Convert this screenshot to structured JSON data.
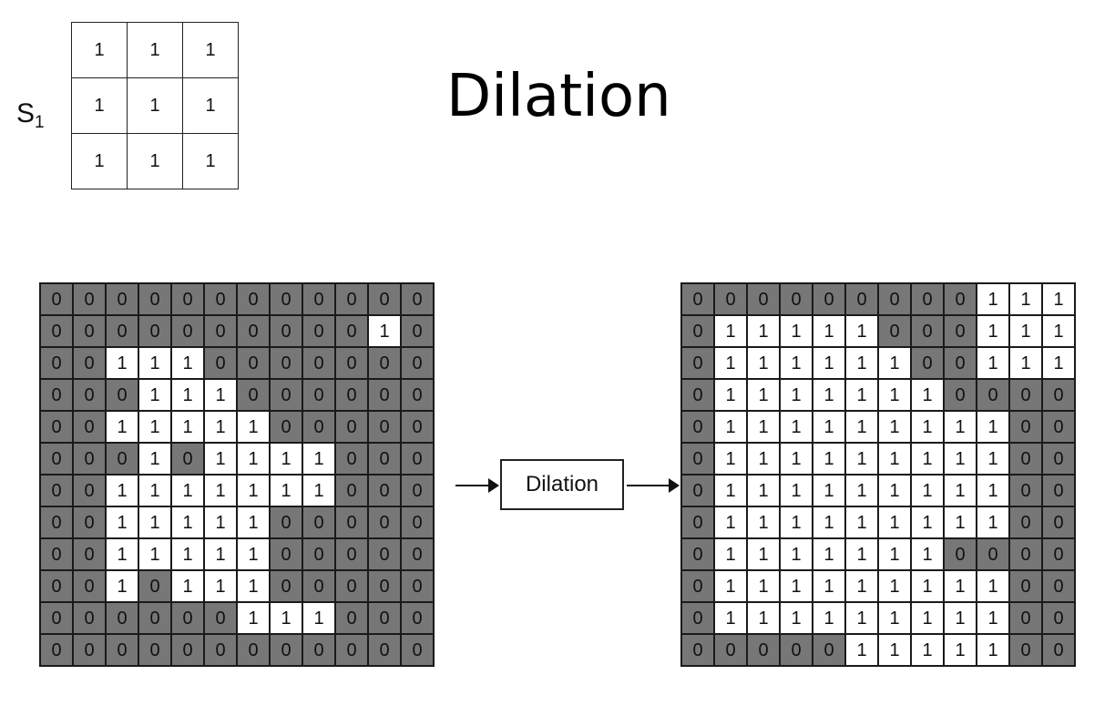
{
  "title": "Dilation",
  "structuring_element": {
    "label": "S",
    "subscript": "1",
    "cells": [
      [
        "1",
        "1",
        "1"
      ],
      [
        "1",
        "1",
        "1"
      ],
      [
        "1",
        "1",
        "1"
      ]
    ]
  },
  "operation_label": "Dilation",
  "input_grid": [
    [
      0,
      0,
      0,
      0,
      0,
      0,
      0,
      0,
      0,
      0,
      0,
      0
    ],
    [
      0,
      0,
      0,
      0,
      0,
      0,
      0,
      0,
      0,
      0,
      1,
      0
    ],
    [
      0,
      0,
      1,
      1,
      1,
      0,
      0,
      0,
      0,
      0,
      0,
      0
    ],
    [
      0,
      0,
      0,
      1,
      1,
      1,
      0,
      0,
      0,
      0,
      0,
      0
    ],
    [
      0,
      0,
      1,
      1,
      1,
      1,
      1,
      0,
      0,
      0,
      0,
      0
    ],
    [
      0,
      0,
      0,
      1,
      0,
      1,
      1,
      1,
      1,
      0,
      0,
      0
    ],
    [
      0,
      0,
      1,
      1,
      1,
      1,
      1,
      1,
      1,
      0,
      0,
      0
    ],
    [
      0,
      0,
      1,
      1,
      1,
      1,
      1,
      0,
      0,
      0,
      0,
      0
    ],
    [
      0,
      0,
      1,
      1,
      1,
      1,
      1,
      0,
      0,
      0,
      0,
      0
    ],
    [
      0,
      0,
      1,
      0,
      1,
      1,
      1,
      0,
      0,
      0,
      0,
      0
    ],
    [
      0,
      0,
      0,
      0,
      0,
      0,
      1,
      1,
      1,
      0,
      0,
      0
    ],
    [
      0,
      0,
      0,
      0,
      0,
      0,
      0,
      0,
      0,
      0,
      0,
      0
    ]
  ],
  "output_grid": [
    [
      0,
      0,
      0,
      0,
      0,
      0,
      0,
      0,
      0,
      1,
      1,
      1
    ],
    [
      0,
      1,
      1,
      1,
      1,
      1,
      0,
      0,
      0,
      1,
      1,
      1
    ],
    [
      0,
      1,
      1,
      1,
      1,
      1,
      1,
      0,
      0,
      1,
      1,
      1
    ],
    [
      0,
      1,
      1,
      1,
      1,
      1,
      1,
      1,
      0,
      0,
      0,
      0
    ],
    [
      0,
      1,
      1,
      1,
      1,
      1,
      1,
      1,
      1,
      1,
      0,
      0
    ],
    [
      0,
      1,
      1,
      1,
      1,
      1,
      1,
      1,
      1,
      1,
      0,
      0
    ],
    [
      0,
      1,
      1,
      1,
      1,
      1,
      1,
      1,
      1,
      1,
      0,
      0
    ],
    [
      0,
      1,
      1,
      1,
      1,
      1,
      1,
      1,
      1,
      1,
      0,
      0
    ],
    [
      0,
      1,
      1,
      1,
      1,
      1,
      1,
      1,
      0,
      0,
      0,
      0
    ],
    [
      0,
      1,
      1,
      1,
      1,
      1,
      1,
      1,
      1,
      1,
      0,
      0
    ],
    [
      0,
      1,
      1,
      1,
      1,
      1,
      1,
      1,
      1,
      1,
      0,
      0
    ],
    [
      0,
      0,
      0,
      0,
      0,
      1,
      1,
      1,
      1,
      1,
      0,
      0
    ]
  ],
  "colors": {
    "on_cell": "#ffffff",
    "off_cell": "#777777",
    "grid_line": "#1a1a1a"
  }
}
